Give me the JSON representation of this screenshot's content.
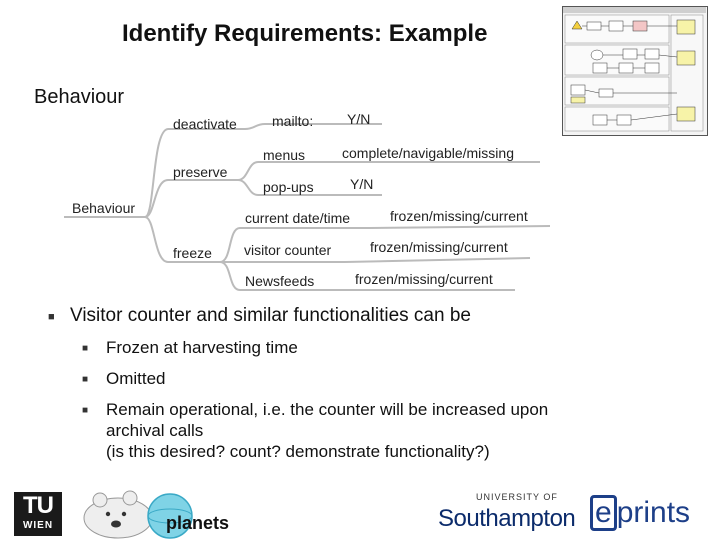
{
  "slide": {
    "title": "Identify Requirements: Example",
    "section_label": "Behaviour"
  },
  "mindmap": {
    "root": "Behaviour",
    "deactivate": "deactivate",
    "mailto": "mailto:",
    "mailto_value": "Y/N",
    "preserve": "preserve",
    "menus": "menus",
    "menus_value": "complete/navigable/missing",
    "popups": "pop-ups",
    "popups_value": "Y/N",
    "freeze": "freeze",
    "current_datetime": "current date/time",
    "current_datetime_value": "frozen/missing/current",
    "visitor_counter": "visitor counter",
    "visitor_counter_value": "frozen/missing/current",
    "newsfeeds": "Newsfeeds",
    "newsfeeds_value": "frozen/missing/current"
  },
  "bullets": {
    "main": "Visitor counter and similar functionalities can be",
    "sub": [
      {
        "lines": [
          "Frozen at harvesting time"
        ]
      },
      {
        "lines": [
          "Omitted"
        ]
      },
      {
        "lines": [
          "Remain operational, i.e. the counter will be increased upon",
          "archival calls",
          "(is this desired? count? demonstrate functionality?)"
        ]
      }
    ]
  },
  "footer": {
    "tu_top": "TU",
    "tu_bottom": "WIEN",
    "planets": "planets",
    "uni_small": "UNIVERSITY OF",
    "uni_big": "Southampton",
    "eprints": "prints",
    "eprints_e": "e"
  },
  "colors": {
    "eprints_blue": "#1d3f88",
    "southampton_blue": "#0b2b6b",
    "planets_teal": "#7fd3e6",
    "tu_black": "#1a1a1a"
  }
}
